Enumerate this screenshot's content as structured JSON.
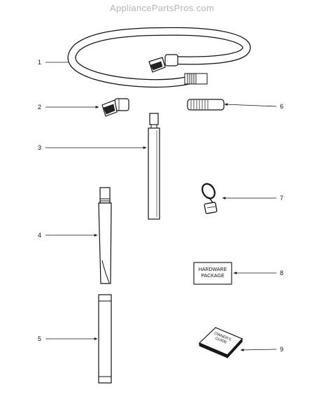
{
  "watermark": "AppliancePartsPros.com",
  "callouts": [
    "1",
    "2",
    "3",
    "4",
    "5",
    "6",
    "7",
    "8",
    "9"
  ],
  "parts": {
    "hardware_package": [
      "HARDWARE",
      "PACKAGE"
    ],
    "owners_guide": [
      "OWNER'S",
      "GUIDE"
    ]
  }
}
